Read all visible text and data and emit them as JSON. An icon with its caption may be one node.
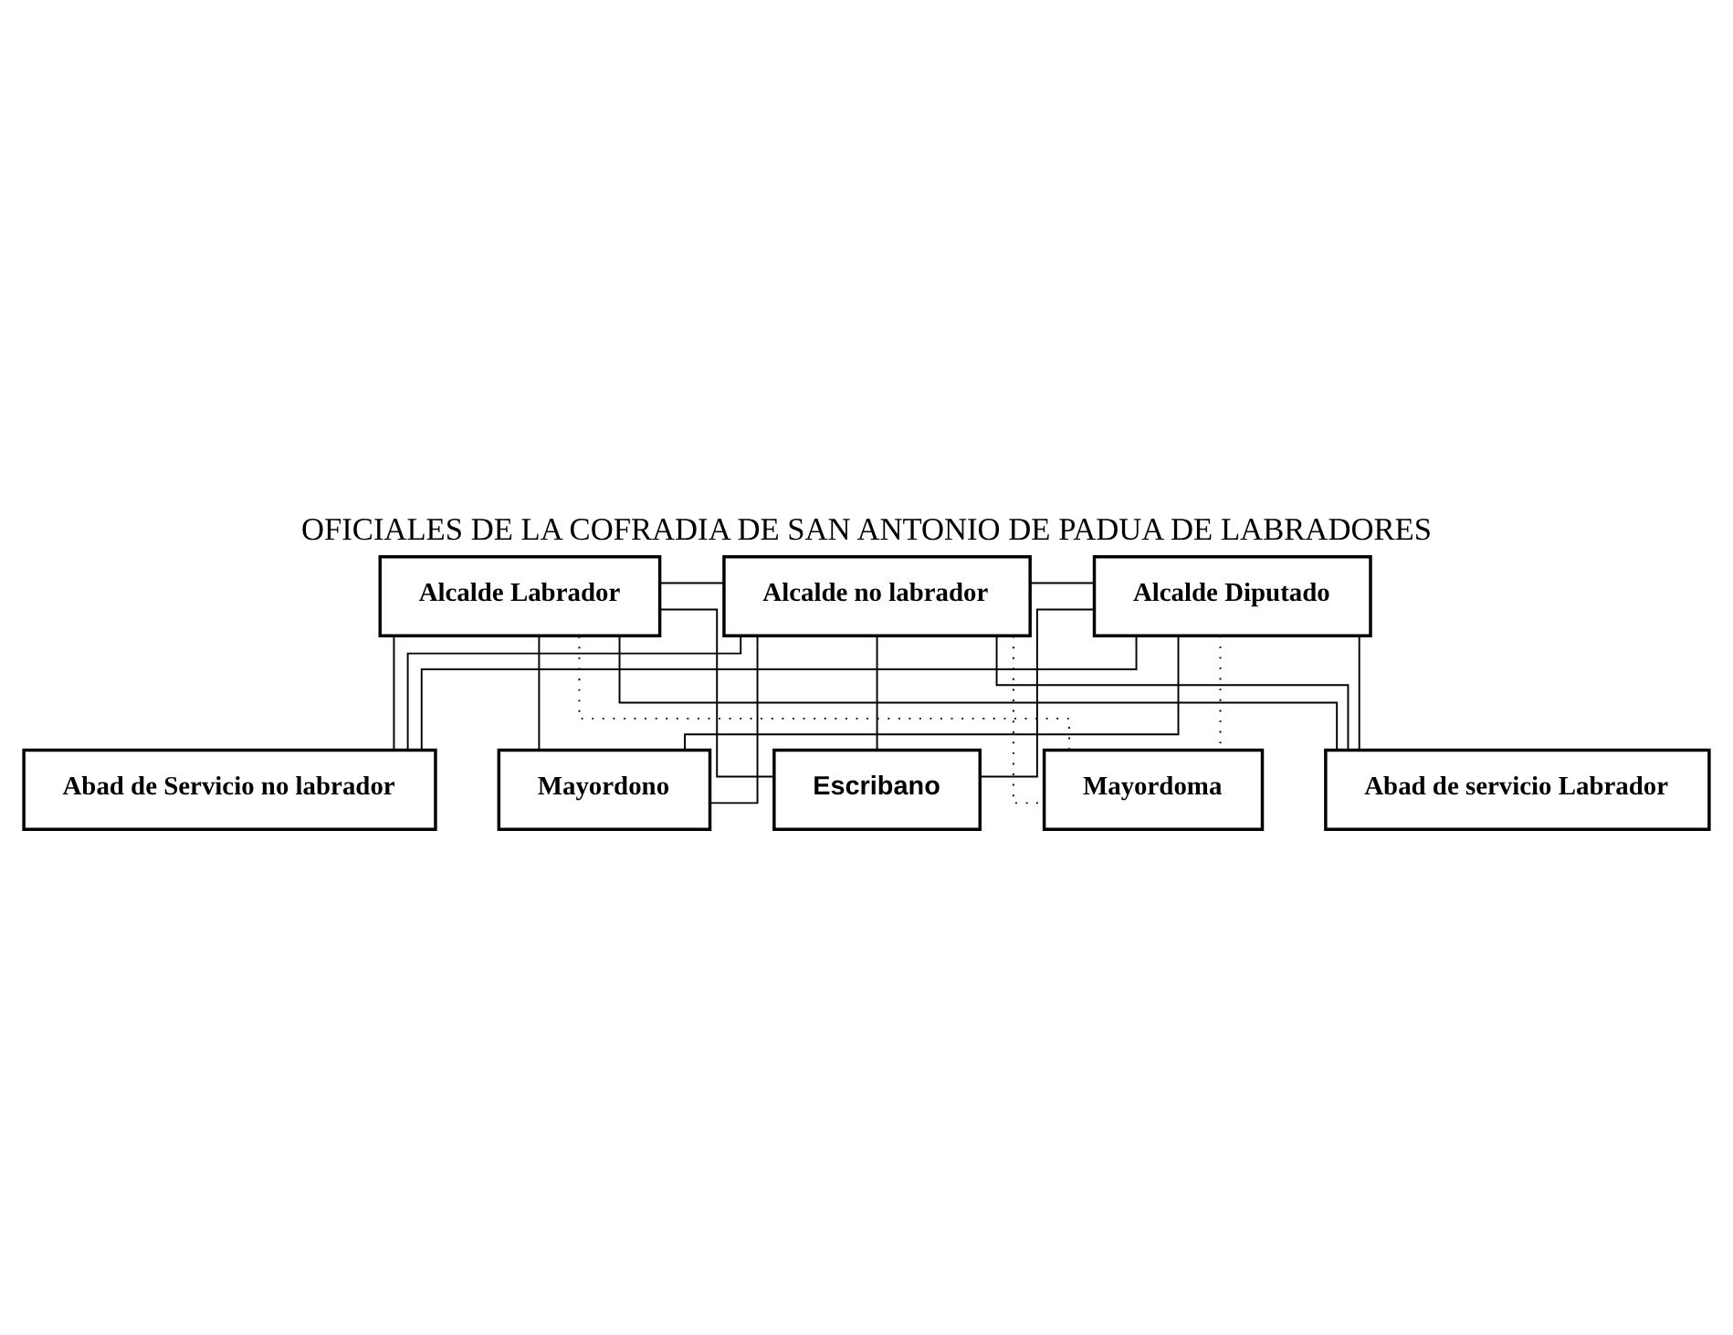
{
  "diagram": {
    "title": "OFICIALES DE LA COFRADIA DE SAN ANTONIO DE PADUA DE LABRADORES",
    "nodes": [
      {
        "text": [
          "Alcalde Labrador"
        ]
      },
      {
        "text": [
          "Alcalde no labrador"
        ]
      },
      {
        "text": [
          "Alcalde Diputado"
        ]
      },
      {
        "text": [
          "Abad de servicio Labrador"
        ]
      },
      {
        "text": [
          "Abad de Servicio no labrador"
        ]
      },
      {
        "text": [
          "Mayordono"
        ]
      },
      {
        "text": [
          "Escribano"
        ]
      },
      {
        "text": [
          "Mayordoma"
        ]
      }
    ],
    "edges": [
      {
        "from": 0,
        "to": 1,
        "arrow": "none"
      },
      {
        "from": 1,
        "to": 2,
        "arrow": "none"
      },
      {
        "from": 0,
        "to": 3,
        "arrow": "none"
      },
      {
        "from": 0,
        "to": 6,
        "arrow": "none"
      },
      {
        "from": 0,
        "to": 4,
        "arrow": "none"
      },
      {
        "from": 0,
        "to": 7,
        "arrow": "none",
        "style": "dashed"
      },
      {
        "from": 0,
        "to": 5,
        "arrow": "none"
      },
      {
        "from": 1,
        "to": 3,
        "arrow": "none"
      },
      {
        "from": 1,
        "to": 6,
        "arrow": "none"
      },
      {
        "from": 1,
        "to": 4,
        "arrow": "none"
      },
      {
        "from": 1,
        "to": 7,
        "arrow": "none",
        "style": "dashed"
      },
      {
        "from": 1,
        "to": 5,
        "arrow": "none"
      },
      {
        "from": 2,
        "to": 3,
        "arrow": "none"
      },
      {
        "from": 2,
        "to": 6,
        "arrow": "none"
      },
      {
        "from": 2,
        "to": 4,
        "arrow": "none"
      },
      {
        "from": 2,
        "to": 7,
        "arrow": "none",
        "style": "dashed"
      },
      {
        "from": 2,
        "to": 5,
        "arrow": "none"
      }
    ]
  }
}
